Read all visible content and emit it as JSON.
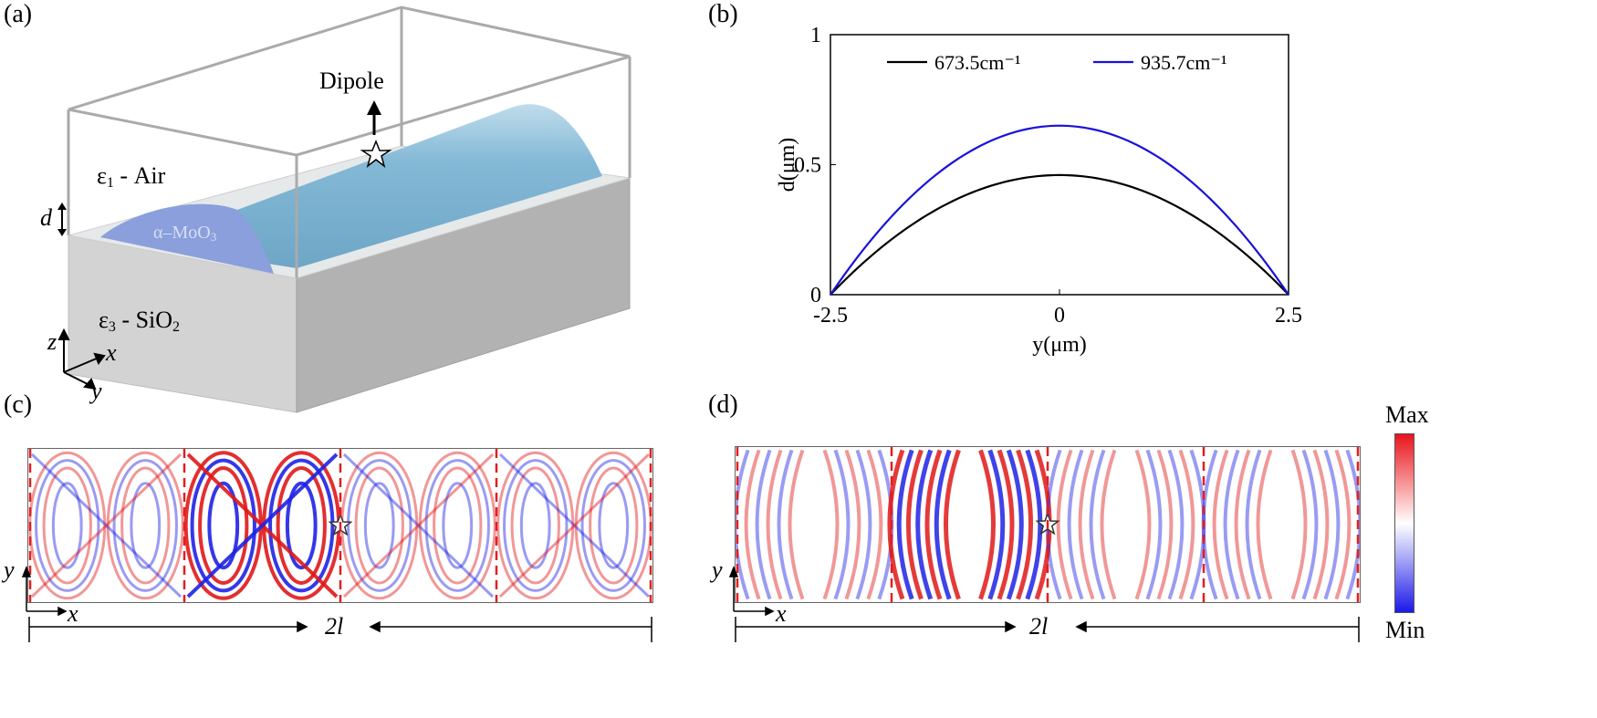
{
  "panels": {
    "a": {
      "label": "(a)",
      "dipole_label": "Dipole",
      "eps1_sym": "ε",
      "eps1_sub": "1",
      "eps1_rest": " - Air",
      "eps3_sym": "ε",
      "eps3_sub": "3",
      "eps3_rest": " - SiO",
      "eps3_rest_sub": "2",
      "moo3_main": "α–MoO",
      "moo3_sub": "3",
      "d_label": "d",
      "axes": {
        "z": "z",
        "x": "x",
        "y": "y"
      }
    },
    "b": {
      "label": "(b)"
    },
    "c": {
      "label": "(c)",
      "axis_y": "y",
      "axis_x": "x",
      "span_label": "2l"
    },
    "d": {
      "label": "(d)",
      "axis_y": "y",
      "axis_x": "x",
      "span_label": "2l"
    },
    "colorbar": {
      "max_label": "Max",
      "min_label": "Min"
    }
  },
  "chart_data": {
    "type": "line",
    "xlabel": "y(μm)",
    "ylabel": "d(μm)",
    "xlim": [
      -2.5,
      2.5
    ],
    "ylim": [
      0,
      1
    ],
    "xticks": [
      "-2.5",
      "0",
      "2.5"
    ],
    "yticks": [
      "0",
      "0.5",
      "1"
    ],
    "legend_position": "top",
    "series": [
      {
        "name": "673.5cm⁻¹",
        "color": "#000000",
        "peak": 0.46,
        "x": [
          -2.5,
          -2.0,
          -1.5,
          -1.0,
          -0.5,
          0,
          0.5,
          1.0,
          1.5,
          2.0,
          2.5
        ],
        "y": [
          0,
          0.166,
          0.294,
          0.386,
          0.441,
          0.46,
          0.441,
          0.386,
          0.294,
          0.166,
          0
        ]
      },
      {
        "name": "935.7cm⁻¹",
        "color": "#1a12d8",
        "peak": 0.65,
        "x": [
          -2.5,
          -2.0,
          -1.5,
          -1.0,
          -0.5,
          0,
          0.5,
          1.0,
          1.5,
          2.0,
          2.5
        ],
        "y": [
          0,
          0.234,
          0.416,
          0.546,
          0.624,
          0.65,
          0.624,
          0.546,
          0.416,
          0.234,
          0
        ]
      }
    ]
  },
  "colors": {
    "boundary_dash": "#e02020",
    "ribbon": "#7eb3d4",
    "moo3_face": "#8fa0dc",
    "substrate_top": "#d4d4d4",
    "substrate_side": "#b4b4b4"
  }
}
